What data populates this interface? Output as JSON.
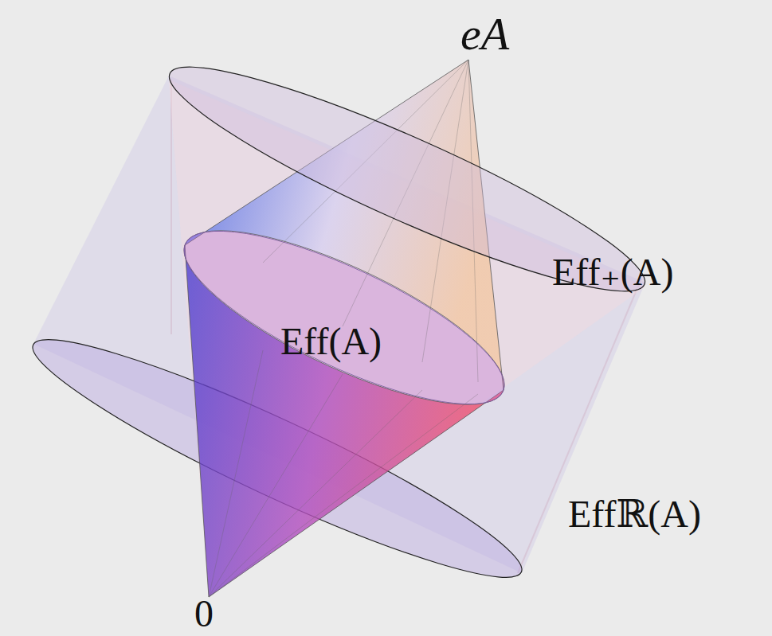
{
  "diagram": {
    "labels": [
      "eA",
      "Eff₊(A)",
      "Eff(A)",
      "Effℝ(A)",
      "0"
    ]
  }
}
